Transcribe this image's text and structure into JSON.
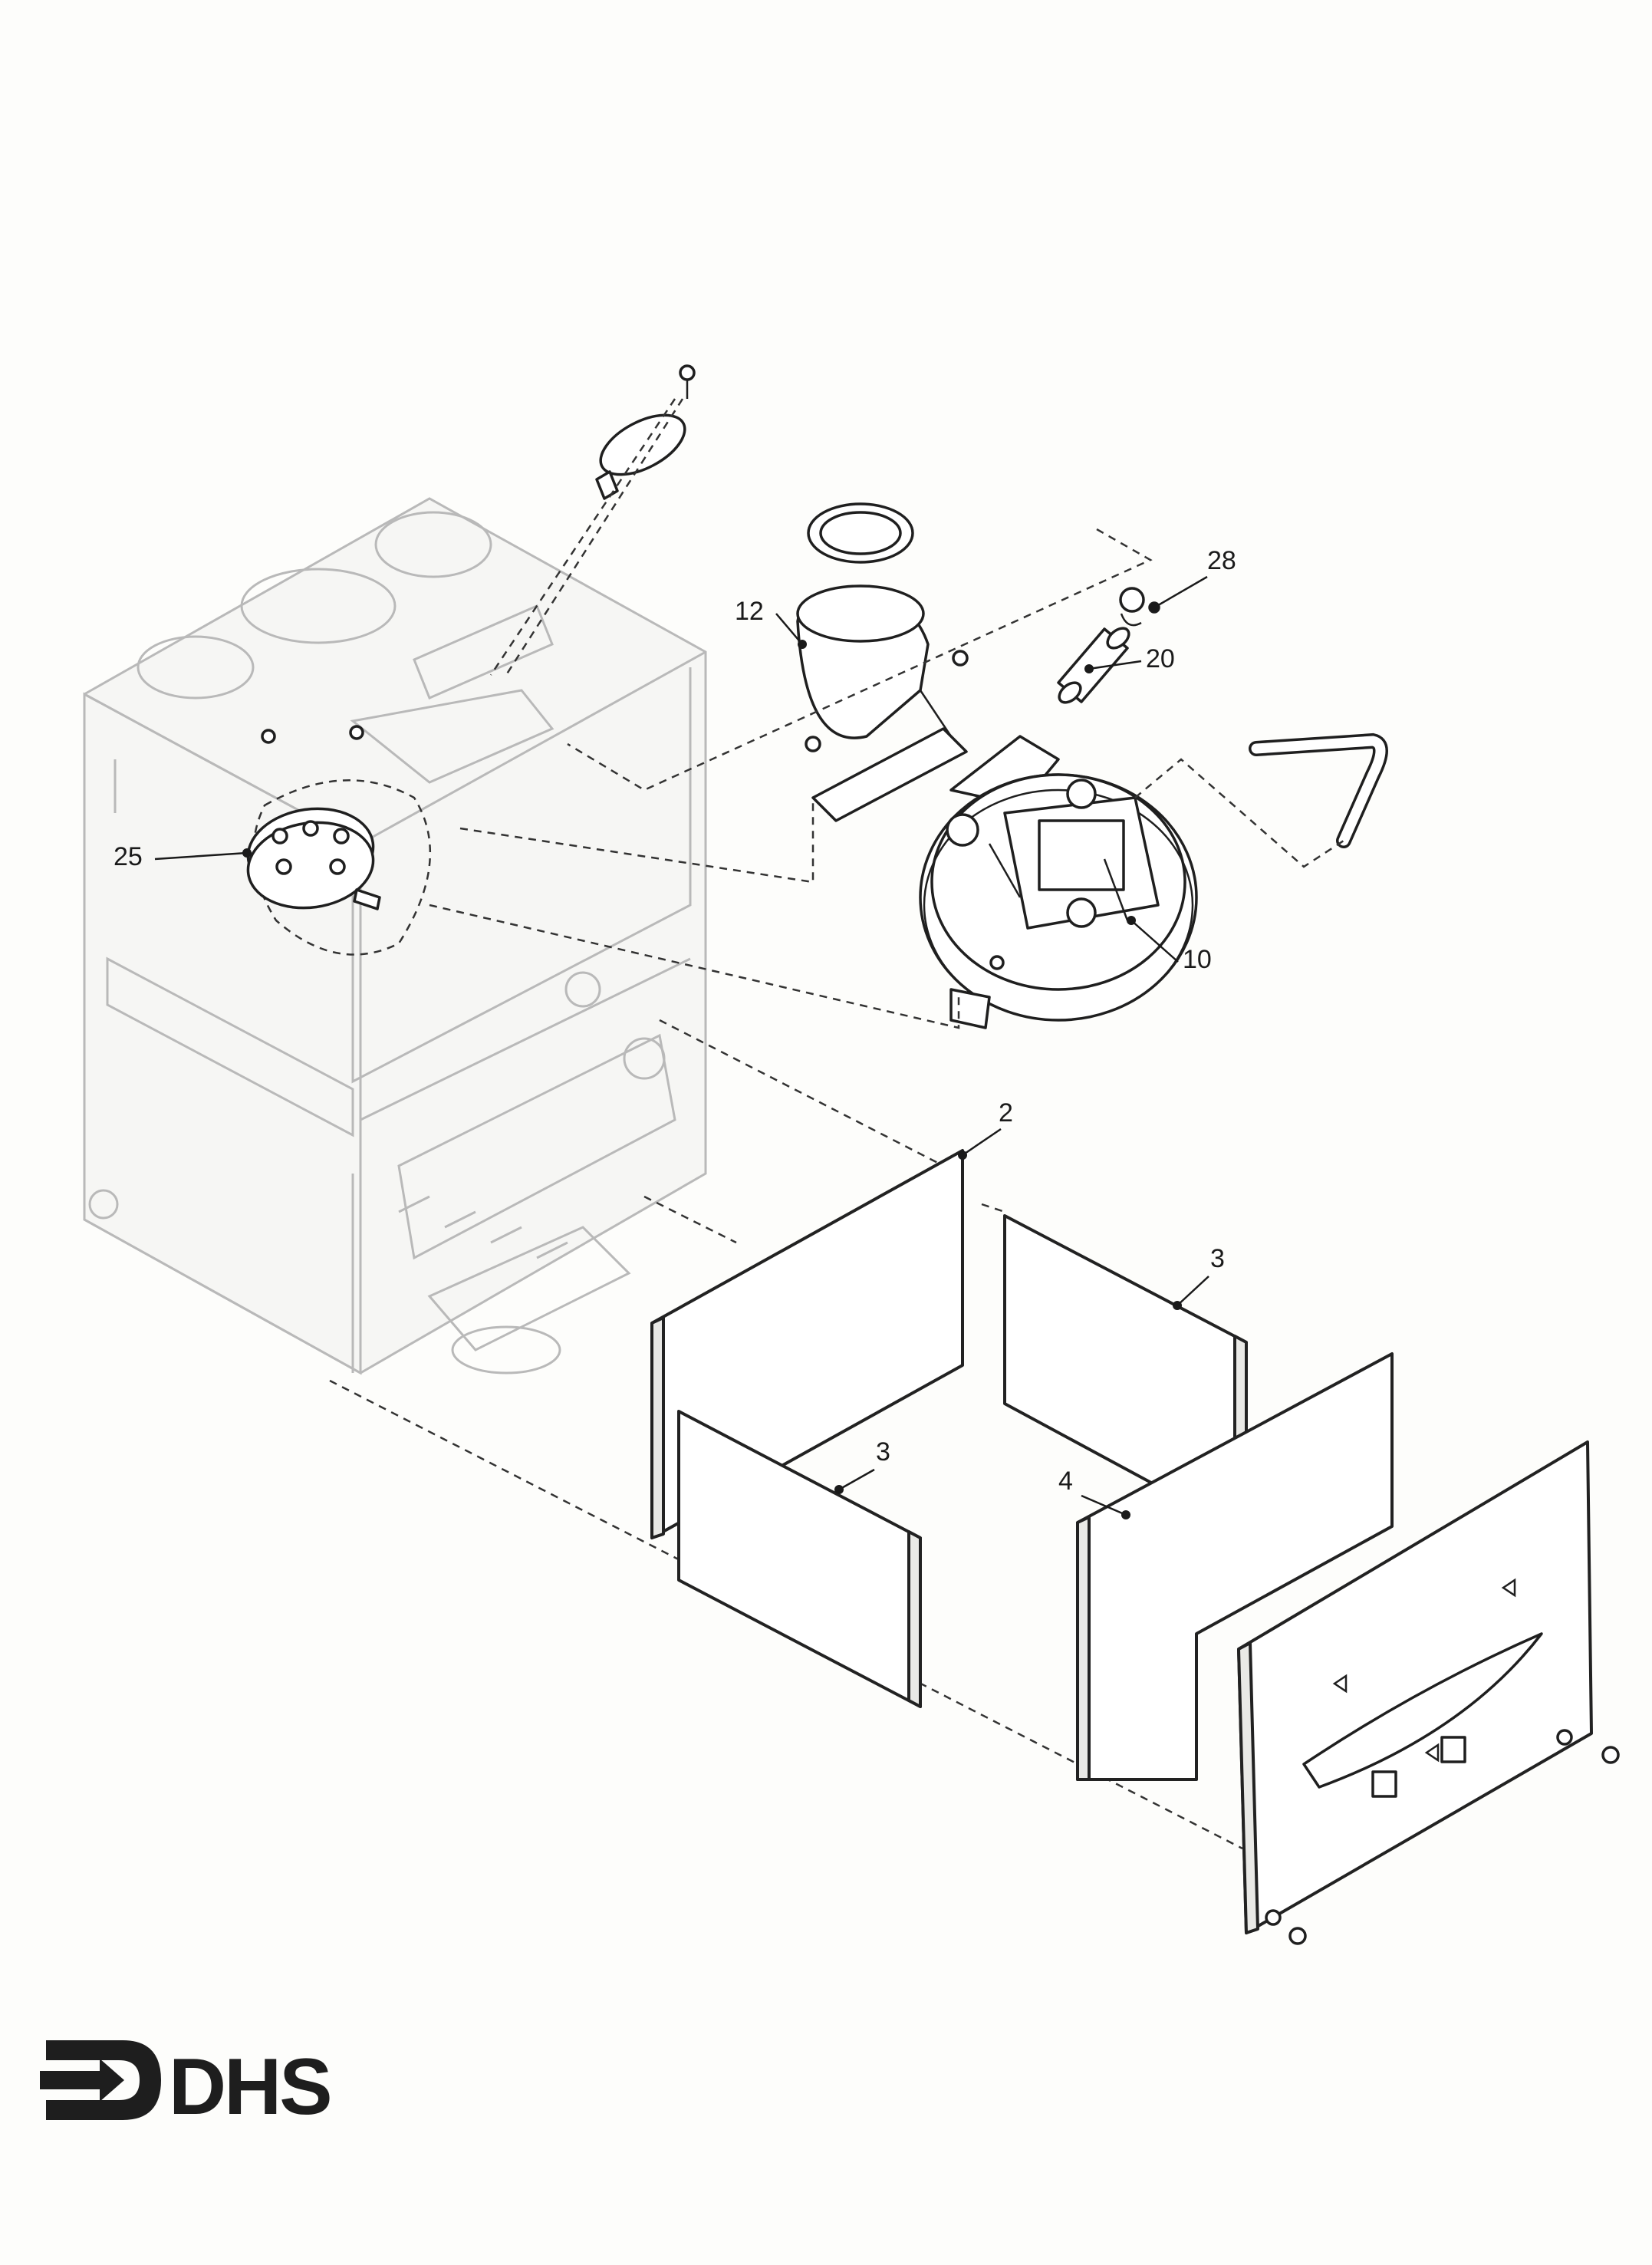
{
  "diagram": {
    "callouts": [
      {
        "id": "c12",
        "label": "12"
      },
      {
        "id": "c28",
        "label": "28"
      },
      {
        "id": "c20",
        "label": "20"
      },
      {
        "id": "c25",
        "label": "25"
      },
      {
        "id": "c10",
        "label": "10"
      },
      {
        "id": "c2",
        "label": "2"
      },
      {
        "id": "c3a",
        "label": "3"
      },
      {
        "id": "c3b",
        "label": "3"
      },
      {
        "id": "c4",
        "label": "4"
      }
    ]
  },
  "brand": {
    "logo_text": "DHS",
    "logo_icon": "arrow-d-icon"
  },
  "colors": {
    "line": "#1f1f1f",
    "ghost": "#b9b9b9",
    "background": "#fdfdfb"
  }
}
